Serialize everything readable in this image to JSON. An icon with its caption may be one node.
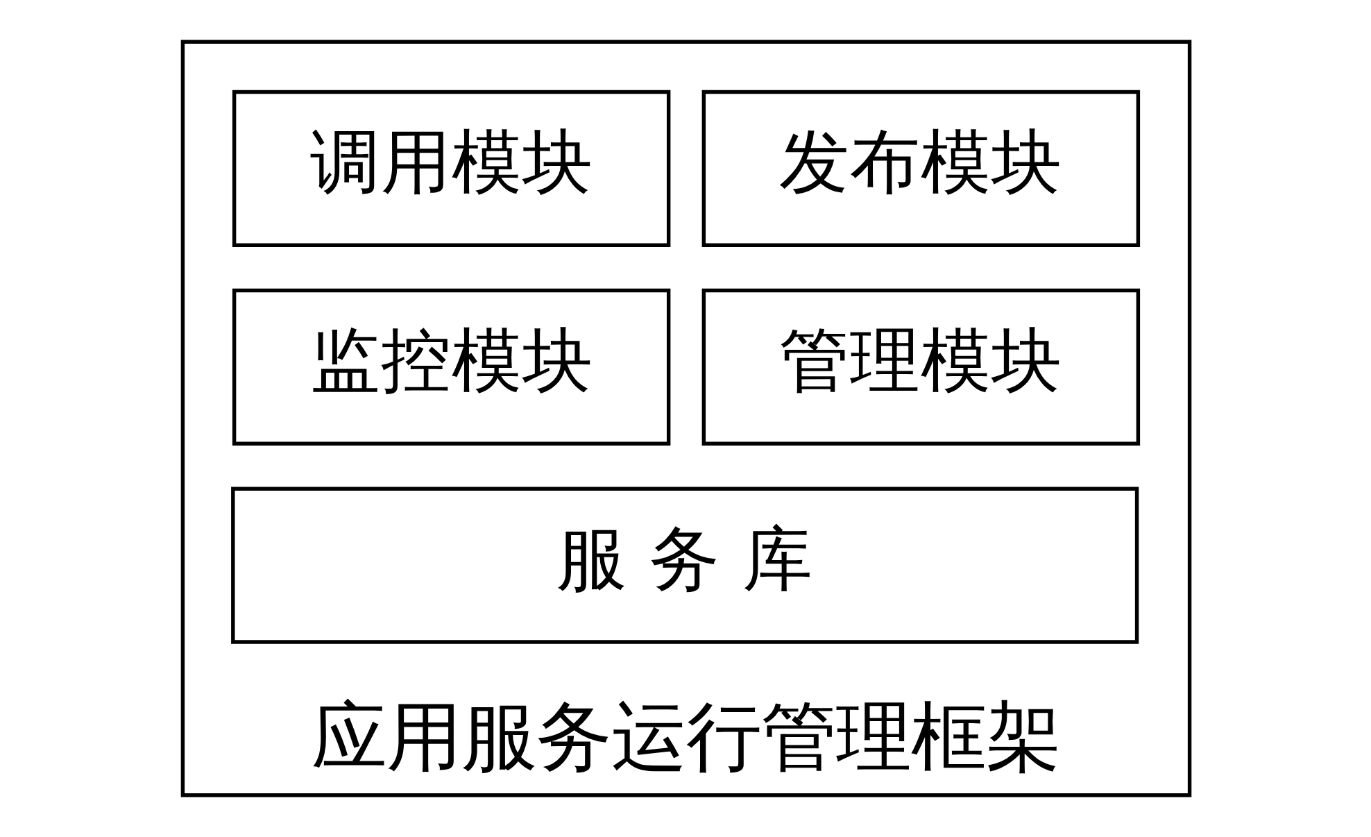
{
  "diagram": {
    "nodes": [
      {
        "text": [
          "应用服务运行管理框架"
        ]
      },
      {
        "text": [
          "发布模块"
        ],
        "in": 0
      },
      {
        "text": [
          "调用模块"
        ],
        "in": 0
      },
      {
        "text": [
          "管理模块"
        ],
        "in": 0
      },
      {
        "text": [
          "监控模块"
        ],
        "in": 0
      },
      {
        "text": [
          "服 务 库"
        ],
        "in": 0
      }
    ]
  }
}
